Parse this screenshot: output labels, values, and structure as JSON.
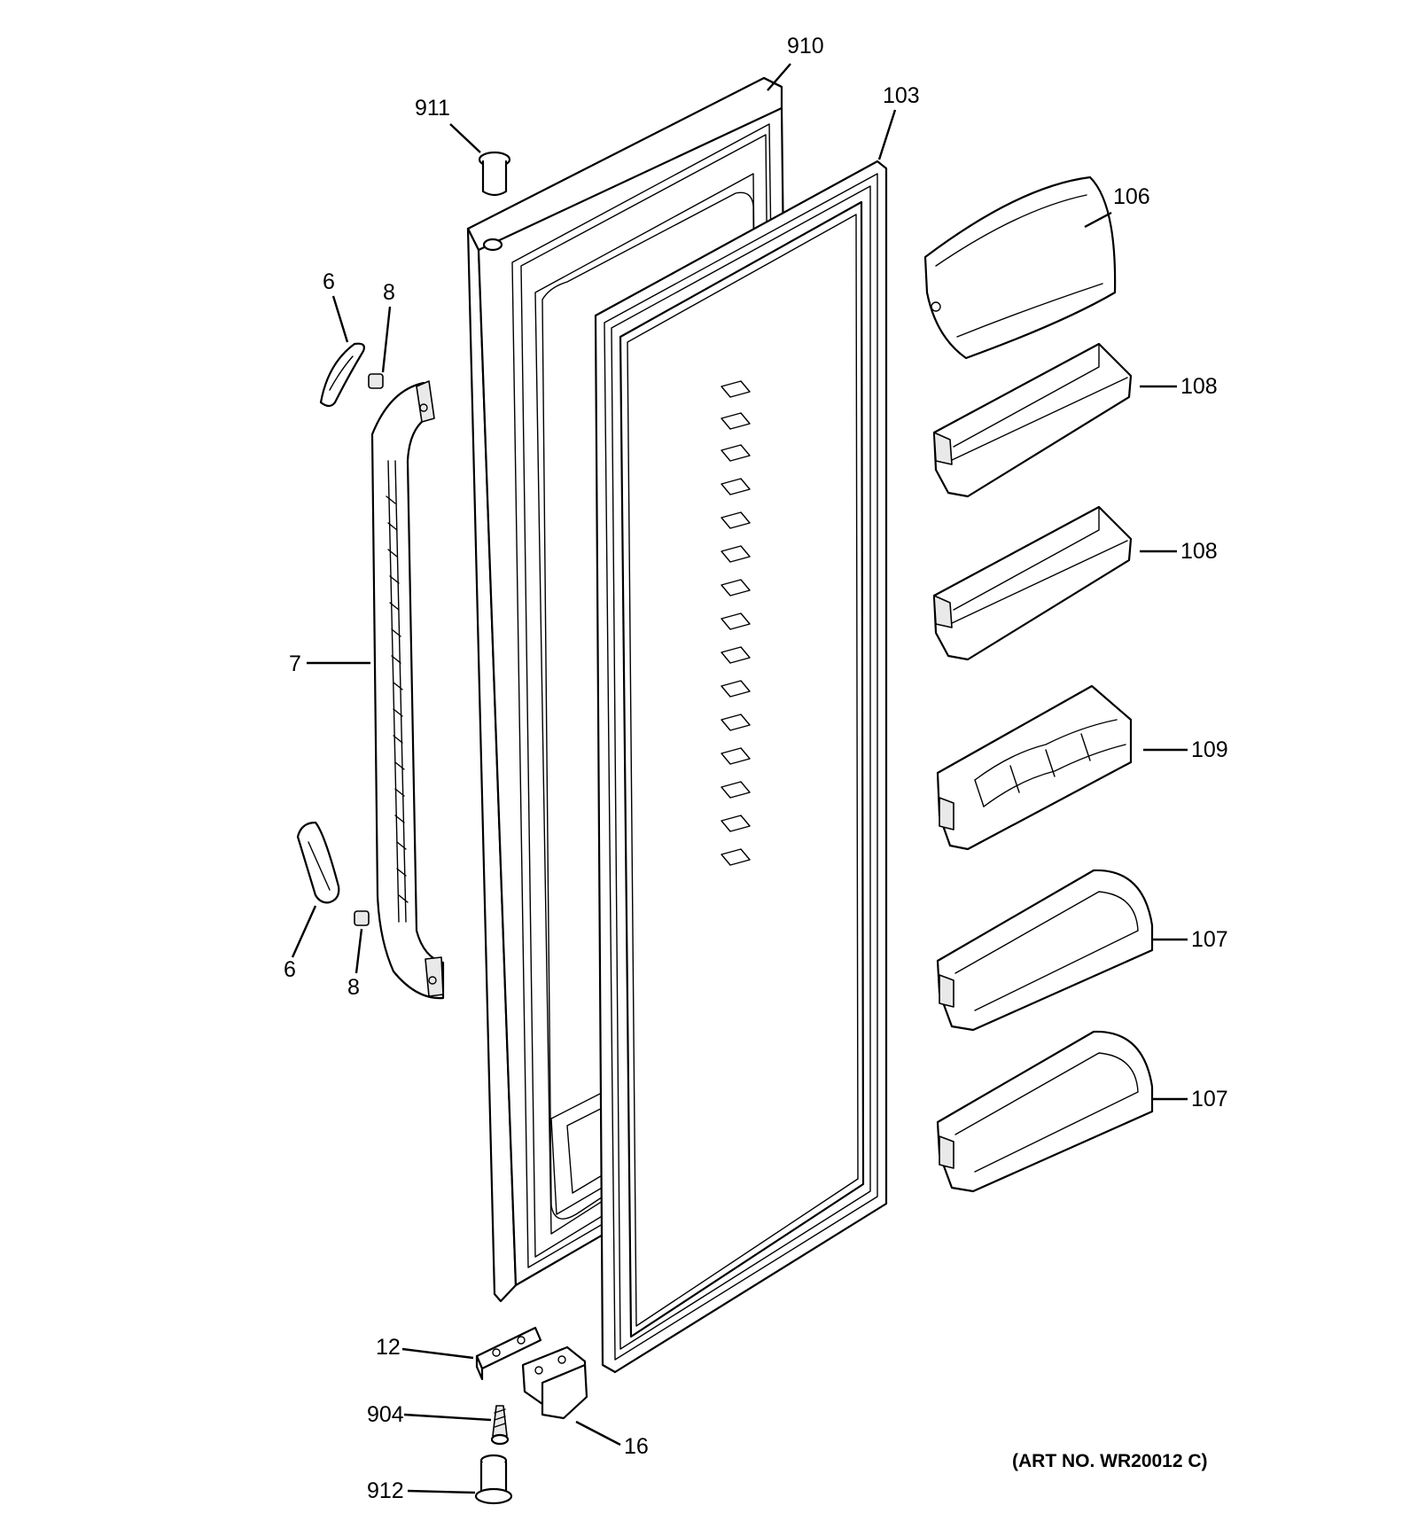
{
  "diagram": {
    "art_number": "(ART NO. WR20012 C)",
    "callouts": {
      "door_outer": "910",
      "gasket": "103",
      "hinge_bushing_top": "911",
      "handle_cap_top": "6",
      "screw_top": "8",
      "handle": "7",
      "handle_cap_bottom": "6",
      "screw_bottom": "8",
      "dairy_door": "106",
      "bin_upper": "108",
      "bin_middle": "108",
      "egg_bin": "109",
      "deep_bin_upper": "107",
      "deep_bin_lower": "107",
      "hinge_bracket": "12",
      "hinge_screw": "904",
      "hinge_bushing_bottom": "912",
      "bottom_hinge": "16"
    }
  }
}
